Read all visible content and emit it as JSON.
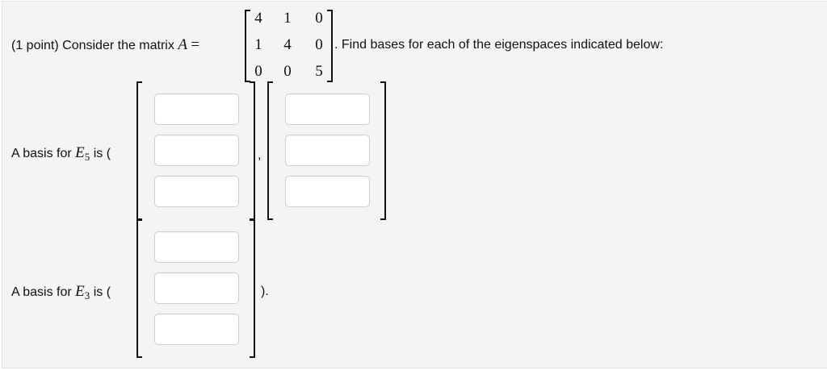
{
  "problem": {
    "intro": "(1 point) Consider the matrix",
    "matrix_name": "A",
    "equals": "=",
    "matrix": [
      [
        "4",
        "1",
        "0"
      ],
      [
        "1",
        "4",
        "0"
      ],
      [
        "0",
        "0",
        "5"
      ]
    ],
    "instruction": ". Find bases for each of the eigenspaces indicated below:"
  },
  "eigenspaces": [
    {
      "label_prefix": "A basis for",
      "symbol": "E",
      "subscript": "5",
      "label_suffix": "is (",
      "separator": ",",
      "closing": "",
      "vectors": [
        {
          "entries": [
            "",
            "",
            ""
          ]
        },
        {
          "entries": [
            "",
            "",
            ""
          ]
        }
      ]
    },
    {
      "label_prefix": "A basis for",
      "symbol": "E",
      "subscript": "3",
      "label_suffix": "is (",
      "closing": ").",
      "vectors": [
        {
          "entries": [
            "",
            "",
            ""
          ]
        }
      ]
    }
  ]
}
